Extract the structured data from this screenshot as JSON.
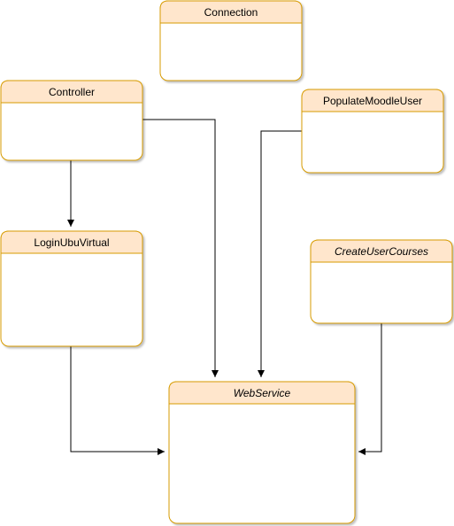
{
  "diagram": {
    "background": "#ffffff",
    "box_header_color": "#ffe6cc",
    "box_border_color": "#d79b00",
    "edge_color": "#000000",
    "boxes": {
      "connection": {
        "title": "Connection",
        "italic": false
      },
      "controller": {
        "title": "Controller",
        "italic": false
      },
      "populate_moodle_user": {
        "title": "PopulateMoodleUser",
        "italic": false
      },
      "login_ubu_virtual": {
        "title": "LoginUbuVirtual",
        "italic": false
      },
      "create_user_courses": {
        "title": "CreateUserCourses",
        "italic": true
      },
      "web_service": {
        "title": "WebService",
        "italic": true
      }
    },
    "edges": [
      {
        "from": "Controller",
        "to": "LoginUbuVirtual"
      },
      {
        "from": "Controller",
        "to": "WebService"
      },
      {
        "from": "PopulateMoodleUser",
        "to": "WebService"
      },
      {
        "from": "LoginUbuVirtual",
        "to": "WebService"
      },
      {
        "from": "CreateUserCourses",
        "to": "WebService"
      }
    ]
  }
}
